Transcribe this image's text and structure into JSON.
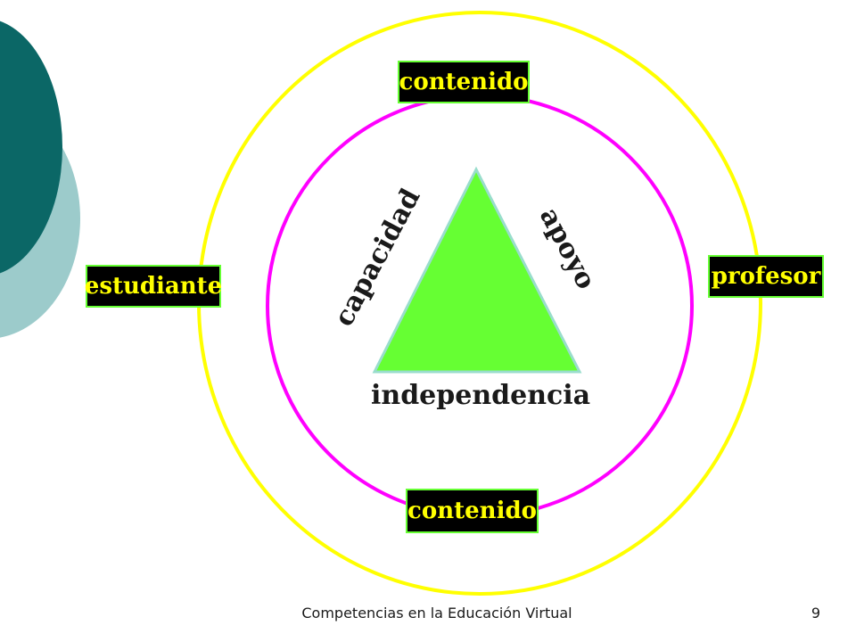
{
  "diagram": {
    "boxes": {
      "top": "contenido",
      "left": "estudiante",
      "right": "profesor",
      "bottom": "contenido"
    },
    "triangle_labels": {
      "left_side": "capacidad",
      "right_side": "apoyo",
      "base": "independencia"
    },
    "colors": {
      "outer_circle": "#ffff00",
      "inner_circle": "#ff00ff",
      "triangle_fill": "#66ff33",
      "triangle_stroke": "#99ddcc",
      "box_background": "#000000",
      "box_border": "#66ff33",
      "box_text": "#ffff00",
      "accent_dark": "#0b6766",
      "accent_light": "#9ccbcb"
    }
  },
  "footer": {
    "title": "Competencias en la Educación Virtual",
    "page_number": "9"
  }
}
